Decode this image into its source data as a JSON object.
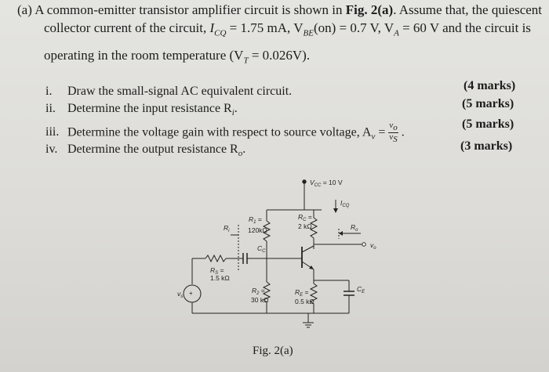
{
  "problem": {
    "label": "(a)",
    "intro_1": "A common-emitter transistor amplifier circuit is shown in",
    "fig_ref": "Fig. 2(a)",
    "intro_2": ". Assume that, the quiescent",
    "intro_line2": "collector current of the circuit,",
    "icq_text": " = 1.75 mA, V",
    "vbe_text": "(on) = 0.7 V, V",
    "va_text": " = 60 V and the circuit is",
    "intro_line3": "operating in the room temperature (V",
    "vt_text": " = 0.026V)."
  },
  "questions": [
    {
      "num": "i.",
      "text": "Draw the small-signal AC equivalent circuit.",
      "marks": "(4 marks)"
    },
    {
      "num": "ii.",
      "text": "Determine the input resistance R",
      "sub": "i",
      "marks": "(5 marks)"
    },
    {
      "num": "iii.",
      "text": "Determine the voltage gain with respect to source voltage, A",
      "sub": "v",
      "marks": "(5 marks)"
    },
    {
      "num": "iv.",
      "text": "Determine the output resistance R",
      "sub": "o",
      "marks": "(3 marks)"
    }
  ],
  "circuit": {
    "vcc": "V",
    "vcc_value": "= 10 V",
    "r1_name": "R",
    "r1_value": "120kΩ",
    "rc_name": "R",
    "rc_value": "2 kΩ",
    "rs_name": "R",
    "rs_value": "1.5 kΩ",
    "r2_name": "R",
    "r2_value": "30 kΩ",
    "re_name": "R",
    "re_value": "0.5 kΩ",
    "cc_label": "C",
    "ce_label": "C",
    "icq_label": "I",
    "ri_label": "R",
    "ro_label": "R",
    "vo_label": "v",
    "vs_label": "v",
    "fig_caption": "Fig. 2(a)"
  }
}
